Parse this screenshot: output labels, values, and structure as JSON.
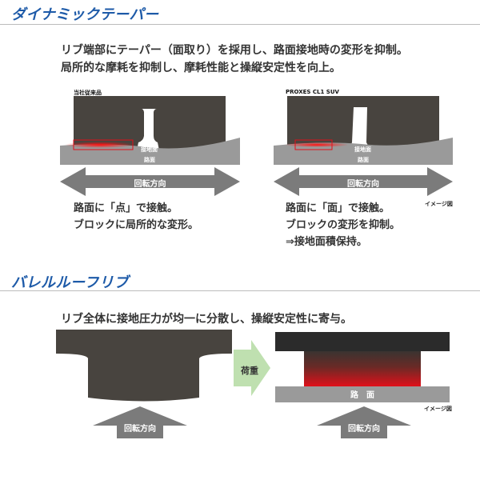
{
  "section1": {
    "title": "ダイナミックテーパー",
    "description_lines": [
      "リブ端部にテーパー（面取り）を採用し、路面接地時の変形を抑制。",
      "局所的な摩耗を抑制し、摩耗性能と操縦安定性を向上。"
    ],
    "left_panel": {
      "label": "当社従来品",
      "contact_label": "接地面",
      "road_label": "路面",
      "arrow_label": "回転方向",
      "caption_lines": [
        "路面に「点」で接触。",
        "ブロックに局所的な変形。"
      ]
    },
    "right_panel": {
      "label": "PROXES CL1 SUV",
      "contact_label": "接地面",
      "road_label": "路面",
      "arrow_label": "回転方向",
      "caption_lines": [
        "路面に「面」で接触。",
        "ブロックの変形を抑制。",
        "⇒接地面積保持。"
      ]
    },
    "image_note": "イメージ図"
  },
  "section2": {
    "title": "バレルルーフリブ",
    "description": "リブ全体に接地圧力が均一に分散し、操縦安定性に寄与。",
    "load_label": "荷重",
    "road_label": "路　面",
    "left_arrow_label": "回転方向",
    "right_arrow_label": "回転方向",
    "image_note": "イメージ図"
  },
  "colors": {
    "title_blue": "#1d5aa8",
    "tire_dark": "#48443f",
    "road_gray": "#9a9a9a",
    "arrow_gray": "#7b7b7b",
    "pressure_red": "#e0101a",
    "load_arrow_green": "#bfe0b0"
  }
}
